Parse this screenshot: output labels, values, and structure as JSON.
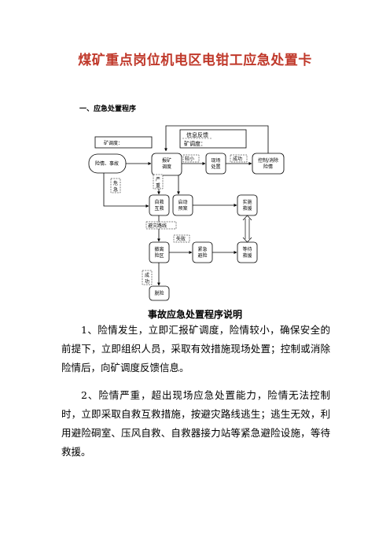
{
  "title": "煤矿重点岗位机电区电钳工应急处置卡",
  "section1": "一、应急处置程序",
  "flow": {
    "dispatch_box": "矿调度：",
    "feedback_box_title": "信息反馈",
    "feedback_box_sub": "矿调度：",
    "nodes": {
      "danger": "险情、事故",
      "report": [
        "报矿",
        "调度"
      ],
      "onsite": [
        "现场",
        "处置"
      ],
      "control": [
        "控制/消除",
        "险情"
      ],
      "selfrescue": [
        "自救",
        "互救"
      ],
      "launch": [
        "启动",
        "预案"
      ],
      "implement": [
        "实施",
        "救援"
      ],
      "evacuate": [
        "撤离",
        "险区"
      ],
      "shelter": [
        "紧急",
        "避险"
      ],
      "wait": [
        "等待",
        "救援"
      ],
      "rescued": "脱险"
    },
    "labels": {
      "minor": "较小",
      "success": "成功",
      "serious": [
        "严",
        "重"
      ],
      "critical": [
        "危",
        "急"
      ],
      "escape_route": "避灾路线",
      "fail": "失败",
      "success2": [
        "成",
        "功"
      ]
    }
  },
  "subtitle": "事故应急处置程序说明",
  "paragraphs": [
    "1、险情发生，立即汇报矿调度，险情较小，确保安全的前提下，立即组织人员，采取有效措施现场处置；控制或消除险情后，向矿调度反馈信息。",
    "2、险情严重，超出现场应急处置能力，险情无法控制时，立即采取自救互救措施，按避灾路线逃生；逃生无效，利用避险硐室、压风自救、自救器接力站等紧急避险设施，等待救援。"
  ]
}
